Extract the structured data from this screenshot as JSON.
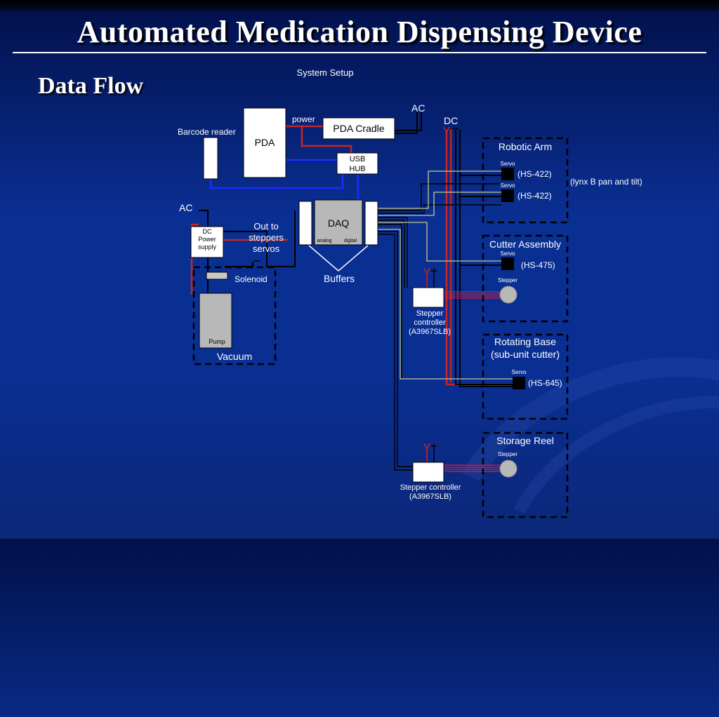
{
  "slide": {
    "title": "Automated Medication Dispensing Device",
    "subtitle": "Data Flow"
  },
  "diagram": {
    "system_setup": "System Setup",
    "pda": "PDA",
    "pda_cradle": "PDA Cradle",
    "power": "power",
    "barcode_reader": "Barcode reader",
    "usb_hub": [
      "USB",
      "HUB"
    ],
    "ac_top": "AC",
    "dc": "DC",
    "ac_left": "AC",
    "dc_power_supply": [
      "DC",
      "Power",
      "supply"
    ],
    "out_to": [
      "Out to",
      "steppers",
      "servos"
    ],
    "solenoid": "Solenoid",
    "pump": "Pump",
    "vacuum": "Vacuum",
    "daq": "DAQ",
    "daq_analog": "analog",
    "daq_digital": "digital",
    "buffers": "Buffers",
    "robotic_arm": {
      "title": "Robotic Arm",
      "servo1_label": "Servo",
      "servo1_model": "(HS-422)",
      "servo2_label": "Servo",
      "servo2_model": "(HS-422)",
      "note": "(lynx B pan and tilt)"
    },
    "cutter_assembly": {
      "title": "Cutter Assembly",
      "servo_label": "Servo",
      "servo_model": "(HS-475)",
      "stepper_label": "Stepper"
    },
    "stepper_controller_1": [
      "Stepper",
      "controller",
      "(A3967SLB)"
    ],
    "rotating_base": {
      "title": [
        "Rotating Base",
        "(sub-unit cutter)"
      ],
      "servo_label": "Servo",
      "servo_model": "(HS-645)"
    },
    "storage_reel": {
      "title": "Storage Reel",
      "stepper_label": "Stepper"
    },
    "stepper_controller_2": [
      "Stepper controller",
      "(A3967SLB)"
    ]
  },
  "colors": {
    "background": "#0a2f92",
    "wire_red": "#cc2222",
    "wire_blue": "#1a2cff",
    "wire_yellow": "#c8c890",
    "wire_black": "#000000",
    "box_fill": "#ffffff",
    "device_fill": "#b8b8b8"
  }
}
